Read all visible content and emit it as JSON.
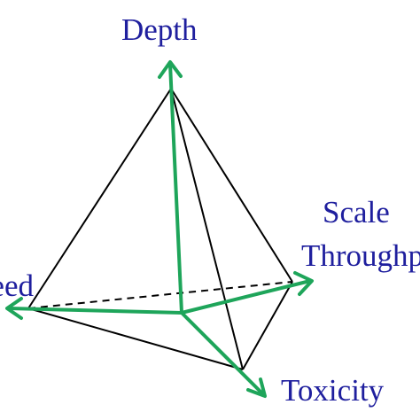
{
  "labels": {
    "top": "Depth",
    "right_line1": "Scale",
    "right_line2": "Throughput",
    "bottom_right": "Toxicity",
    "left": "Speed"
  },
  "colors": {
    "label": "#1f1f9e",
    "arrow": "#1ea55a",
    "edge": "#000000",
    "background": "#ffffff"
  }
}
